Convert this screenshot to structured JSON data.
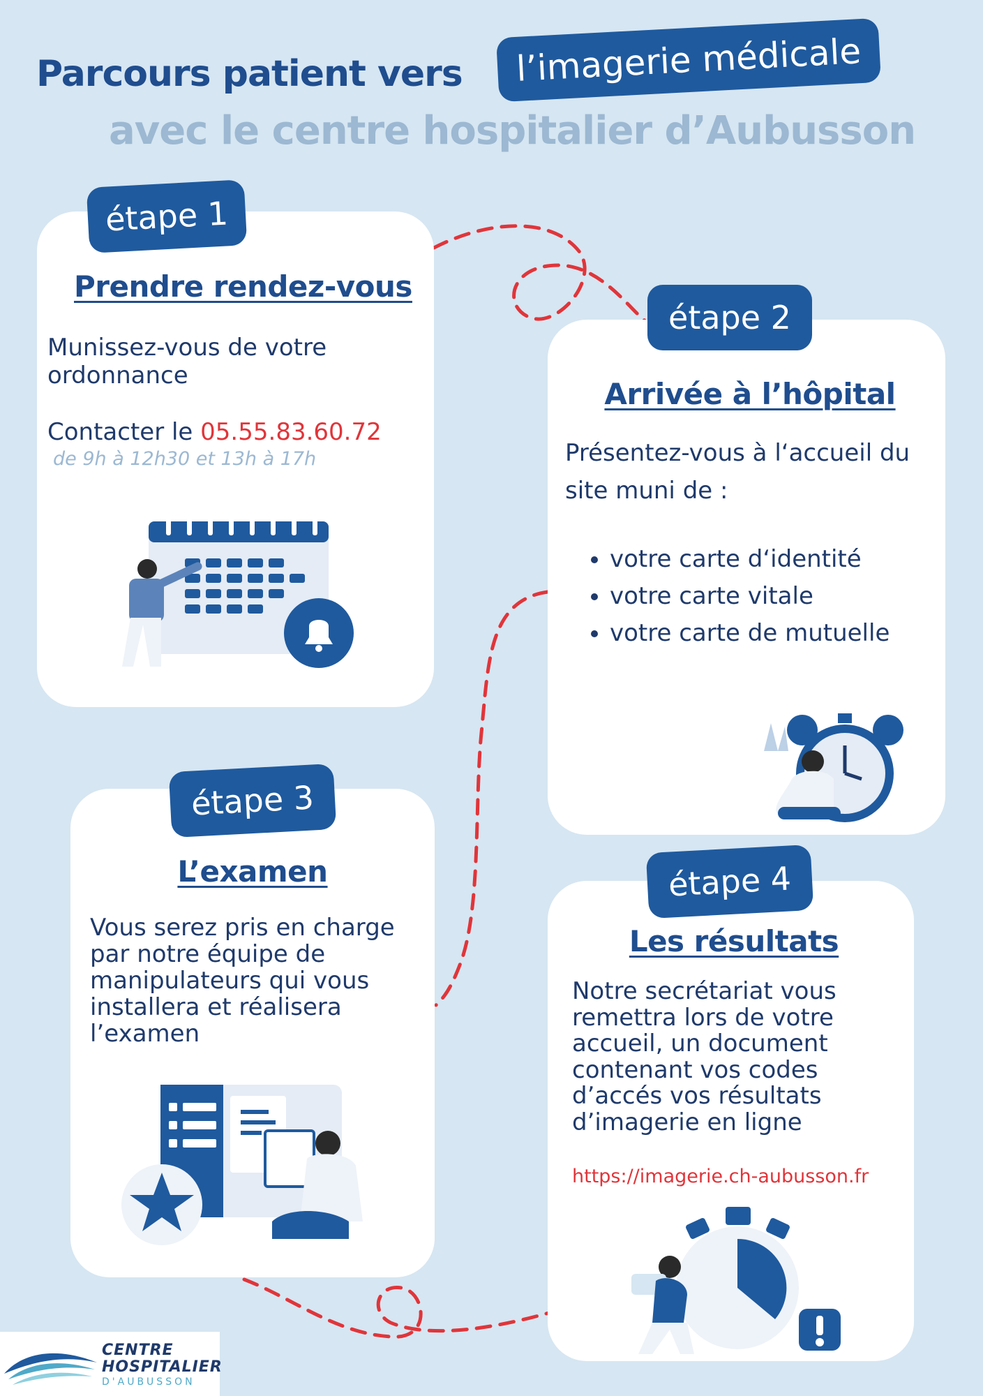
{
  "header": {
    "title_part1": "Parcours patient vers",
    "title_highlight": "l’imagerie médicale",
    "subtitle": "avec le centre hospitalier d’Aubusson"
  },
  "steps": [
    {
      "badge": "étape 1",
      "heading": "Prendre rendez-vous",
      "text1": "Munissez-vous de votre ordonnance",
      "contact_prefix": "Contacter le ",
      "phone": "05.55.83.60.72",
      "hours": "de 9h à 12h30 et 13h à 17h",
      "illustration": "calendar-bell-icon"
    },
    {
      "badge": "étape 2",
      "heading": "Arrivée à l’hôpital",
      "text": "Présentez-vous à l‘accueil du site muni de :",
      "items": [
        "votre carte d‘identité",
        "votre carte vitale",
        "votre carte de mutuelle"
      ],
      "illustration": "alarm-clock-icon"
    },
    {
      "badge": "étape 3",
      "heading": "L’examen",
      "text": "Vous serez pris en charge par notre équipe de manipulateurs  qui vous installera et réalisera l’examen",
      "illustration": "documents-star-icon"
    },
    {
      "badge": "étape 4",
      "heading": "Les résultats",
      "text": "Notre secrétariat vous remettra lors de votre accueil, un document contenant vos codes d’accés vos résultats d’imagerie en ligne",
      "url": "https://imagerie.ch-aubusson.fr",
      "illustration": "stopwatch-icon"
    }
  ],
  "logo": {
    "line1": "CENTRE",
    "line2": "HOSPITALIER",
    "line3": "D'AUBUSSON"
  },
  "colors": {
    "background": "#d6e6f2",
    "primary": "#1f5a9e",
    "heading": "#1f4d8e",
    "subtitle": "#9cb8d2",
    "accent_red": "#e0353a"
  }
}
